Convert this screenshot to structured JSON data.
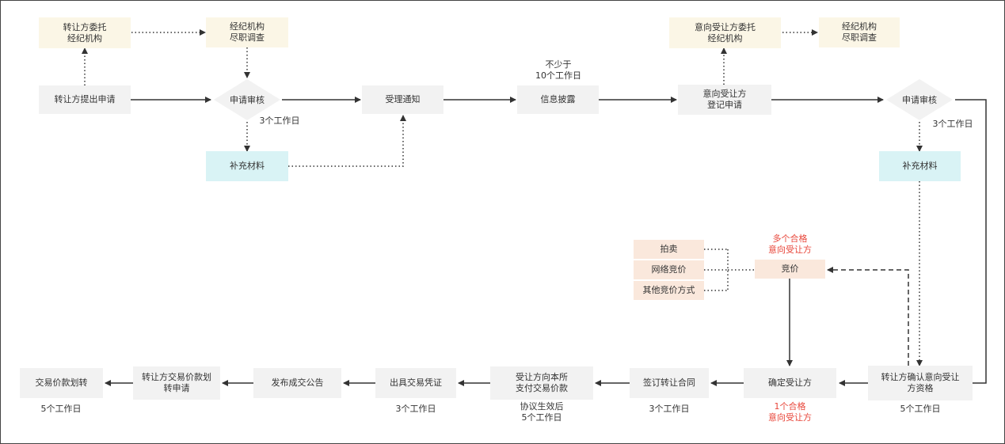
{
  "nodes": {
    "n1": "转让方提出申请",
    "n2": "转让方委托\n经纪机构",
    "n3": "经纪机构\n尽职调查",
    "n4": "申请审核",
    "n5": "补充材料",
    "n6": "受理通知",
    "n7": "信息披露",
    "n8": "意向受让方\n登记申请",
    "n9": "意向受让方委托\n经纪机构",
    "n10": "经纪机构\n尽职调查",
    "n11": "申请审核",
    "n12": "补充材料",
    "n13": "转让方确认意向受让\n方资格",
    "n14": "竞价",
    "n15": "拍卖",
    "n16": "网络竞价",
    "n17": "其他竞价方式",
    "n18": "确定受让方",
    "n19": "签订转让合同",
    "n20": "受让方向本所\n支付交易价款",
    "n21": "出具交易凭证",
    "n22": "发布成交公告",
    "n23": "转让方交易价款划\n转申请",
    "n24": "交易价款划转"
  },
  "notes": {
    "t1": "3个工作日",
    "t2": "不少于\n10个工作日",
    "t3": "3个工作日",
    "t4": "多个合格\n意向受让方",
    "t5": "1个合格\n意向受让方",
    "t6": "5个工作日",
    "t7": "3个工作日",
    "t8": "协议生效后\n5个工作日",
    "t9": "3个工作日",
    "t10": "5个工作日"
  },
  "colors": {
    "line": "#333333",
    "box": "#f2f2f2",
    "yellow": "#fbf6e6",
    "cyan": "#d9f3f5",
    "peach": "#fae8dc",
    "red": "#e8473b"
  }
}
